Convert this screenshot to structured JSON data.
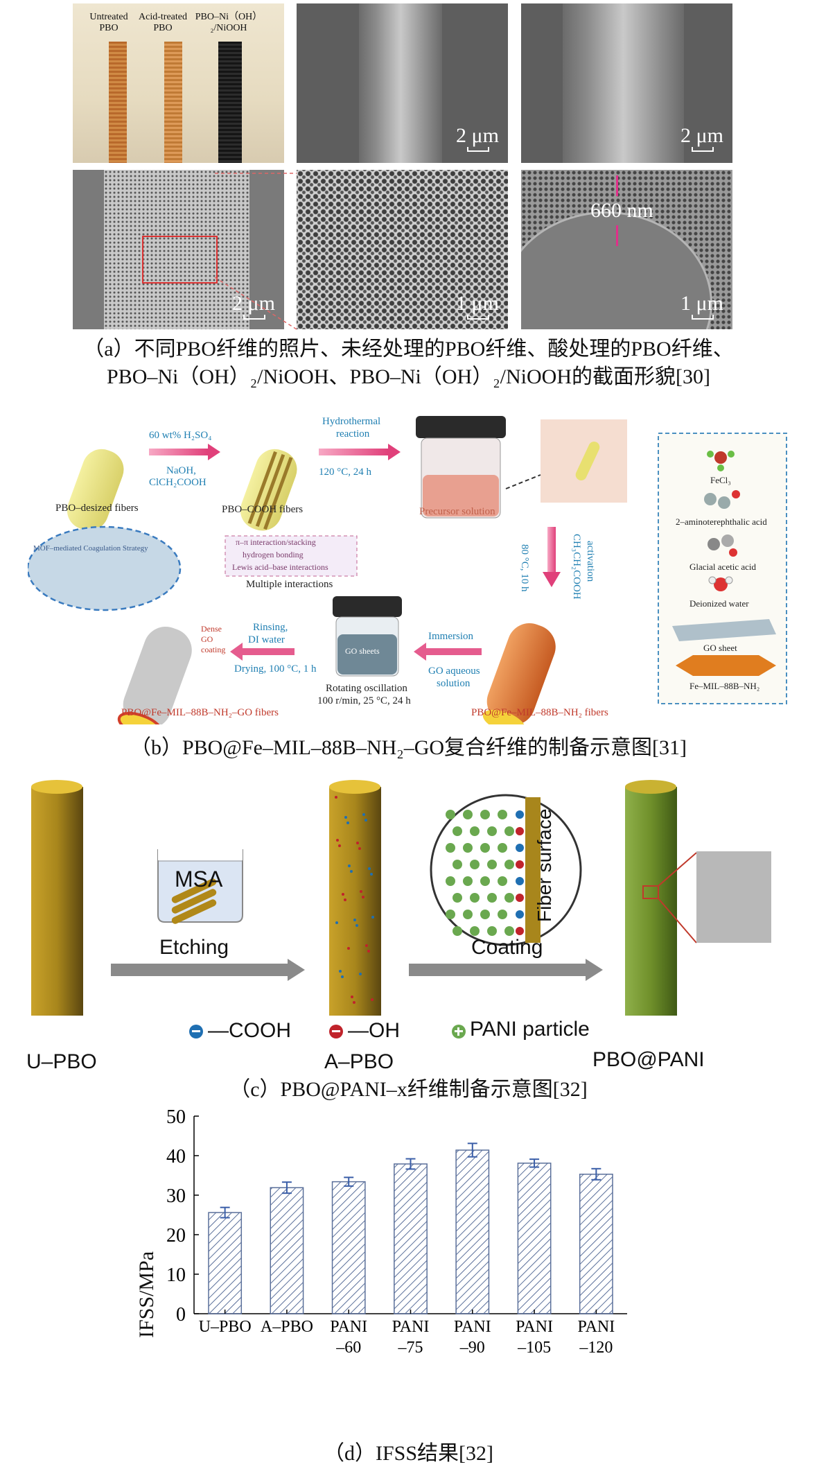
{
  "panel_a": {
    "photo_labels": [
      "Untreated PBO",
      "Acid-treated PBO",
      "PBO–Ni（OH）₂/NiOOH"
    ],
    "scale_2um": "2 μm",
    "scale_1um": "1 μm",
    "thickness": "660 nm",
    "caption_line1": "（a）不同PBO纤维的照片、未经处理的PBO纤维、酸处理的PBO纤维、",
    "caption_line2": "PBO–Ni（OH）₂/NiOOH、PBO–Ni（OH）₂/NiOOH的截面形貌[30]"
  },
  "panel_b": {
    "desized": "PBO–desized fibers",
    "cooh": "PBO–COOH fibers",
    "arrow1_top": "60 wt% H₂SO₄",
    "arrow1_bottom_1": "NaOH,",
    "arrow1_bottom_2": "ClCH₂COOH",
    "arrow2_top_1": "Hydrothermal",
    "arrow2_top_2": "reaction",
    "arrow2_bottom": "120 °C, 24 h",
    "precursor": "Precursor solution",
    "activation_1": "80 °C, 10 h",
    "activation_2": "CH₃CH₂COOH",
    "activation_3": "activation",
    "legend": [
      "FeCl₃",
      "2–aminoterephthalic acid",
      "Glacial acetic acid",
      "Deionized water",
      "GO sheet",
      "Fe–MIL–88B–NH₂"
    ],
    "interactions": [
      "π–π interaction/stacking",
      "hydrogen bonding",
      "Lewis acid–base interactions"
    ],
    "strategy": "MOF–mediated Coagulation Strategy",
    "multiple": "Multiple interactions",
    "rinsing_1": "Rinsing,",
    "rinsing_2": "DI water",
    "drying": "Drying, 100 °C, 1 h",
    "immersion": "Immersion",
    "go_solution_1": "GO aqueous",
    "go_solution_2": "solution",
    "rotating_1": "Rotating oscillation",
    "rotating_2": "100 r/min, 25 °C, 24 h",
    "go_sheets": "GO sheets",
    "dense": "Dense GO coating",
    "final_fibers": "PBO@Fe–MIL–88B–NH₂–GO fibers",
    "mof_fibers": "PBO@Fe–MIL–88B–NH₂ fibers",
    "caption": "（b）PBO@Fe–MIL–88B–NH₂–GO复合纤维的制备示意图[31]"
  },
  "panel_c": {
    "msa": "MSA",
    "etching": "Etching",
    "coating": "Coating",
    "fiber_surface": "Fiber surface",
    "legend_cooh": "—COOH",
    "legend_oh": "—OH",
    "legend_pani": "PANI particle",
    "u_pbo": "U–PBO",
    "a_pbo": "A–PBO",
    "pbo_pani": "PBO@PANI",
    "caption": "（c）PBO@PANI–x纤维制备示意图[32]",
    "colors": {
      "pbo": "#a8861c",
      "pani": "#6f8f2a",
      "cooh": "#1f6fb2",
      "oh": "#c0232b",
      "pani_particle": "#6aa84f"
    }
  },
  "chart_data": {
    "type": "bar",
    "categories": [
      "U–PBO",
      "A–PBO",
      "PANI –60",
      "PANI –75",
      "PANI –90",
      "PANI –105",
      "PANI –120"
    ],
    "category_lines": [
      [
        "U–PBO"
      ],
      [
        "A–PBO"
      ],
      [
        "PANI",
        "–60"
      ],
      [
        "PANI",
        "–75"
      ],
      [
        "PANI",
        "–90"
      ],
      [
        "PANI",
        "–105"
      ],
      [
        "PANI",
        "–120"
      ]
    ],
    "values": [
      25.6,
      31.9,
      33.4,
      37.9,
      41.4,
      38.1,
      35.3
    ],
    "errors": [
      1.3,
      1.4,
      1.1,
      1.3,
      1.7,
      1.0,
      1.4
    ],
    "ylabel": "IFSS/MPa",
    "ylim": [
      0,
      50
    ],
    "yticks": [
      0,
      10,
      20,
      30,
      40,
      50
    ],
    "bar_fill": "hatched",
    "bar_color": "#5a6f9a",
    "caption": "（d）IFSS结果[32]"
  }
}
